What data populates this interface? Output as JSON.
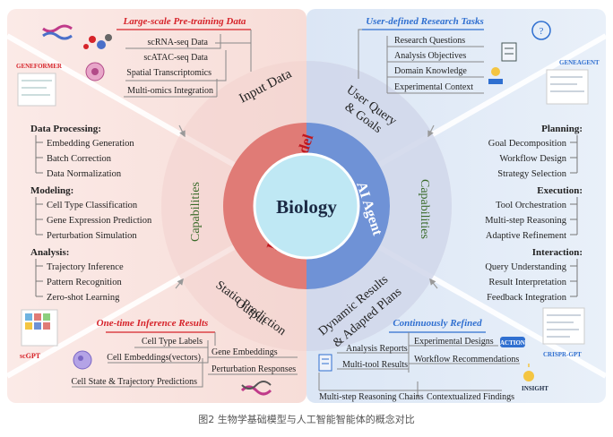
{
  "center": {
    "label": "Biology"
  },
  "ring": {
    "left": "Foundation Model",
    "right": "AI Agent"
  },
  "sectors": {
    "input": "Input Data",
    "user_query": [
      "User Query",
      "& Goals"
    ],
    "cap_left": "Capabilities",
    "cap_right": "Capabilities",
    "static_output": [
      "Static Prediction",
      "Output"
    ],
    "dynamic_results": [
      "Dynamic Results",
      "& Adapted Plans"
    ]
  },
  "pretraining": {
    "title": "Large-scale Pre-training Data",
    "items": [
      "scRNA-seq Data",
      "scATAC-seq Data",
      "Spatial Transcriptomics",
      "Multi-omics Integration"
    ]
  },
  "research": {
    "title": "User-defined Research Tasks",
    "items": [
      "Research Questions",
      "Analysis Objectives",
      "Domain Knowledge",
      "Experimental Context"
    ]
  },
  "left_caps": {
    "sections": [
      {
        "heading": "Data Processing:",
        "items": [
          "Embedding Generation",
          "Batch Correction",
          "Data Normalization"
        ]
      },
      {
        "heading": "Modeling:",
        "items": [
          "Cell Type Classification",
          "Gene Expression Prediction",
          "Perturbation Simulation"
        ]
      },
      {
        "heading": "Analysis:",
        "items": [
          "Trajectory Inference",
          "Pattern Recognition",
          "Zero-shot Learning"
        ]
      }
    ]
  },
  "right_caps": {
    "sections": [
      {
        "heading": "Planning:",
        "items": [
          "Goal Decomposition",
          "Workflow Design",
          "Strategy Selection"
        ]
      },
      {
        "heading": "Execution:",
        "items": [
          "Tool Orchestration",
          "Multi-step Reasoning",
          "Adaptive Refinement"
        ]
      },
      {
        "heading": "Interaction:",
        "items": [
          "Query Understanding",
          "Result Interpretation",
          "Feedback Integration"
        ]
      }
    ]
  },
  "inference": {
    "title": "One-time Inference Results",
    "items": [
      "Cell Type Labels",
      "Gene Embeddings",
      "Cell Embeddings(vectors)",
      "Perturbation Responses",
      "Cell State & Trajectory Predictions"
    ]
  },
  "refined": {
    "title": "Continuously Refined",
    "items": [
      "Experimental Designs",
      "Analysis Reports",
      "Workflow Recommendations",
      "Multi-tool Results",
      "Multi-step Reasoning Chains",
      "Contextualized Findings"
    ]
  },
  "badges": {
    "geneformer": "GENEFORMER",
    "geneagent": "GENEAGENT",
    "scgpt": "scGPT",
    "crispr": "CRISPR-GPT",
    "action": "ACTION",
    "insight": "INSIGHT"
  },
  "caption": "图2 生物学基础模型与人工智能智能体的概念对比",
  "colors": {
    "left_bg": "#f9e3df",
    "right_bg": "#dde8f6",
    "left_ring": "#e07b76",
    "right_ring": "#6f92d6",
    "center": "#bfe8f4",
    "red_title": "#d6232a",
    "blue_title": "#2f6fd0"
  }
}
